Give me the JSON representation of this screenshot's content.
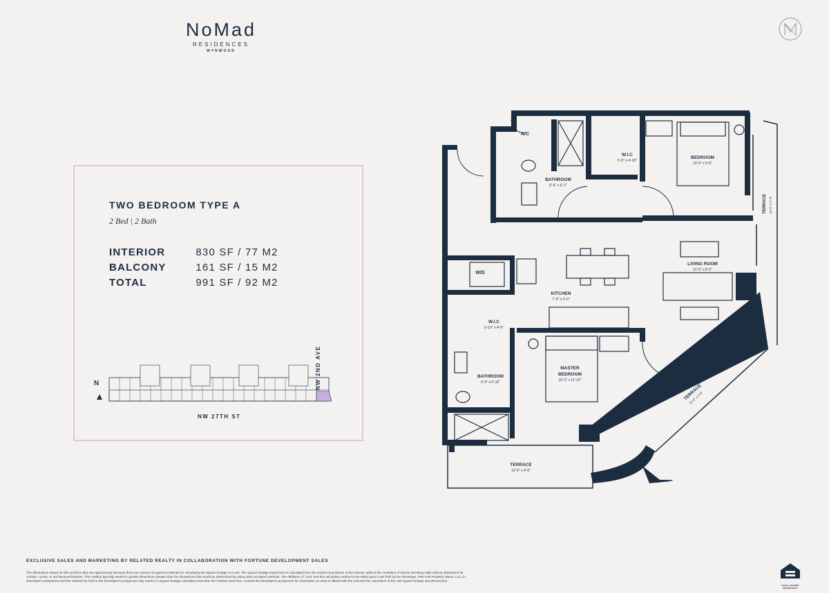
{
  "brand": {
    "name": "NoMad",
    "line1": "RESIDENCES",
    "line2": "WYNWOOD"
  },
  "unit": {
    "title": "TWO BEDROOM TYPE A",
    "subtitle": "2 Bed | 2 Bath",
    "specs": [
      {
        "label": "INTERIOR",
        "value": "830 SF / 77 M2"
      },
      {
        "label": "BALCONY",
        "value": "161 SF / 15 M2"
      },
      {
        "label": "TOTAL",
        "value": "991 SF / 92 M2"
      }
    ]
  },
  "site_plan": {
    "north": "N",
    "street_bottom": "NW 27TH ST",
    "street_right": "NW 2ND AVE"
  },
  "rooms": {
    "ac": "A/C",
    "bathroom1": {
      "name": "BATHROOM",
      "dim": "6'-6\" x 6'-2\""
    },
    "wic1": {
      "name": "W.I.C",
      "dim": "5'-5\" x 4'-10\""
    },
    "bedroom": {
      "name": "BEDROOM",
      "dim": "10'-0\" x 9'-6\""
    },
    "terrace_right": {
      "name": "TERRACE",
      "dim": "16'-0\" X 2'-0\""
    },
    "wd": "W/D",
    "kitchen": {
      "name": "KITCHEN",
      "dim": "7'-0\" x 5'-0\""
    },
    "living": {
      "name": "LIVING ROOM",
      "dim": "11'-5\" x 8'-0\""
    },
    "wic2": {
      "name": "W.I.C",
      "dim": "5'-10\" x 4'-5\""
    },
    "bathroom2": {
      "name": "BATHROOM",
      "dim": "9'-3\" x 5'-10\""
    },
    "master_line1": "MASTER",
    "master_line2": "BEDROOM",
    "master_dim": "10'-2\" x 11'-10\"",
    "terrace_diag": {
      "name": "TERRACE",
      "dim": "15'-0\" x 4'-0\""
    },
    "terrace_bottom": {
      "name": "TERRACE",
      "dim": "13'-6\" x 4'-0\""
    }
  },
  "footer": {
    "headline": "EXCLUSIVE SALES AND MARKETING BY RELATED REALTY IN COLLABORATION WITH FORTUNE DEVELOPMENT SALES",
    "disclaimer": "The dimensions stated for this unit floor plan are approximate because there are various recognized methods for calculating the square footage of a unit. The square footage stated here is calculated from the exterior boundaries of the exterior walls to the centerline of interior demising walls without deductions for cutouts, curves, or architectural features. This method typically results in quoted dimensions greater than the dimensions that would be determined by using other accepted methods. The definition of \"Unit\" and the calculation method to be relied upon is set forth by the Developer, PRH 640 Property Owner, LLC, in Developer's prospectus and the method set forth in the Developer's prospectus may result in a square footage calculation less than the method used here. Consult the Developer's prospectus for information on what is offered with the Unit and the calculation of the Unit square footage and dimensions.",
    "eho_label": "EQUAL HOUSING OPPORTUNITY"
  }
}
